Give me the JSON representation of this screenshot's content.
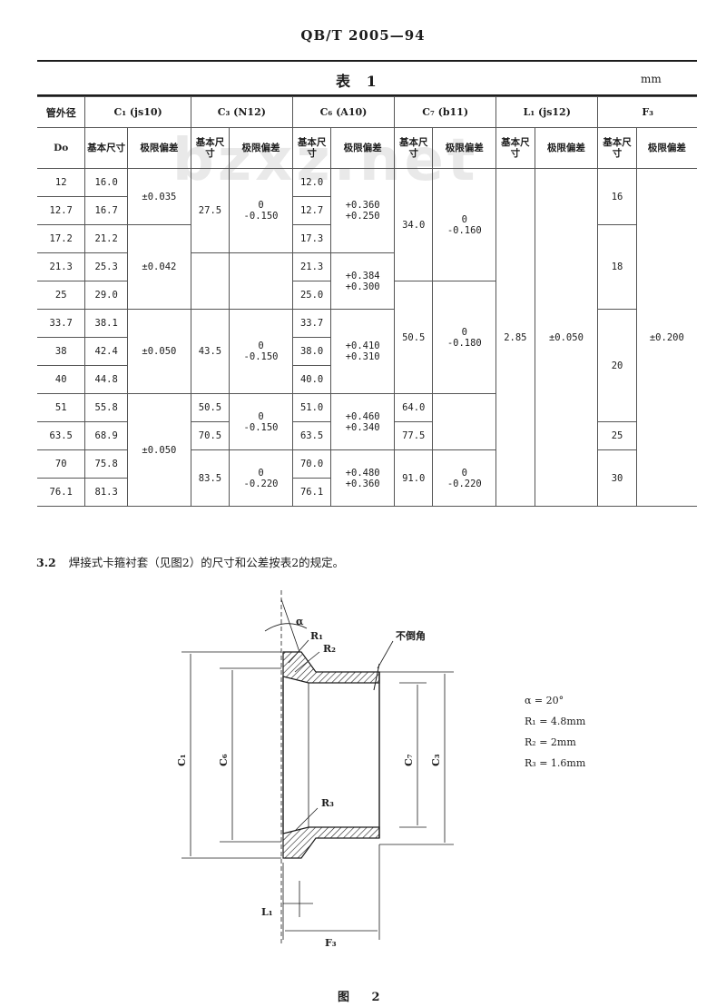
{
  "document": {
    "standard_code": "QB/T 2005—94",
    "table_title": "表 1",
    "unit": "mm",
    "watermark": "bzxz.net"
  },
  "table": {
    "group_headers": [
      "管外径",
      "C₁ (js10)",
      "C₃ (N12)",
      "C₆ (A10)",
      "C₇ (b11)",
      "L₁ (js12)",
      "F₃"
    ],
    "sub_headers": [
      "Do",
      "基本尺寸",
      "极限偏差",
      "基本尺寸",
      "极限偏差",
      "基本尺寸",
      "极限偏差",
      "基本尺寸",
      "极限偏差",
      "基本尺寸",
      "极限偏差",
      "基本尺寸",
      "极限偏差"
    ],
    "do": [
      "12",
      "12.7",
      "17.2",
      "21.3",
      "25",
      "33.7",
      "38",
      "40",
      "51",
      "63.5",
      "70",
      "76.1"
    ],
    "c1_basic": [
      "16.0",
      "16.7",
      "21.2",
      "25.3",
      "29.0",
      "38.1",
      "42.4",
      "44.8",
      "55.8",
      "68.9",
      "75.8",
      "81.3"
    ],
    "c1_dev": [
      "±0.035",
      "±0.042",
      "±0.050",
      "±0.050"
    ],
    "c3_basic": [
      "27.5",
      "43.5",
      "50.5",
      "70.5",
      "83.5"
    ],
    "c3_dev": [
      "0\n-0.150",
      "0\n-0.150",
      "0\n-0.150",
      "0\n-0.220"
    ],
    "c6_basic": [
      "12.0",
      "12.7",
      "17.3",
      "21.3",
      "25.0",
      "33.7",
      "38.0",
      "40.0",
      "51.0",
      "63.5",
      "70.0",
      "76.1"
    ],
    "c6_dev": [
      "+0.360\n+0.250",
      "+0.384\n+0.300",
      "+0.410\n+0.310",
      "+0.460\n+0.340",
      "+0.480\n+0.360"
    ],
    "c7_basic": [
      "34.0",
      "50.5",
      "64.0",
      "77.5",
      "91.0"
    ],
    "c7_dev": [
      "0\n-0.160",
      "0\n-0.180",
      "0\n-0.220"
    ],
    "l1_basic": "2.85",
    "l1_dev": "±0.050",
    "f3_basic": [
      "16",
      "18",
      "20",
      "25",
      "30"
    ],
    "f3_dev": "±0.200"
  },
  "clause": {
    "number": "3.2",
    "text": "焊接式卡箍衬套（见图2）的尺寸和公差按表2的规定。"
  },
  "figure": {
    "labels": {
      "alpha": "α",
      "r1": "R₁",
      "r2": "R₂",
      "r3": "R₃",
      "no_chamfer": "不倒角",
      "c1": "C₁",
      "c6": "C₆",
      "c7": "C₇",
      "c3": "C₃",
      "l1": "L₁",
      "f3": "F₃"
    },
    "legend": [
      "α = 20°",
      "R₁ = 4.8mm",
      "R₂ = 2mm",
      "R₃ = 1.6mm"
    ],
    "caption": "图 2"
  }
}
